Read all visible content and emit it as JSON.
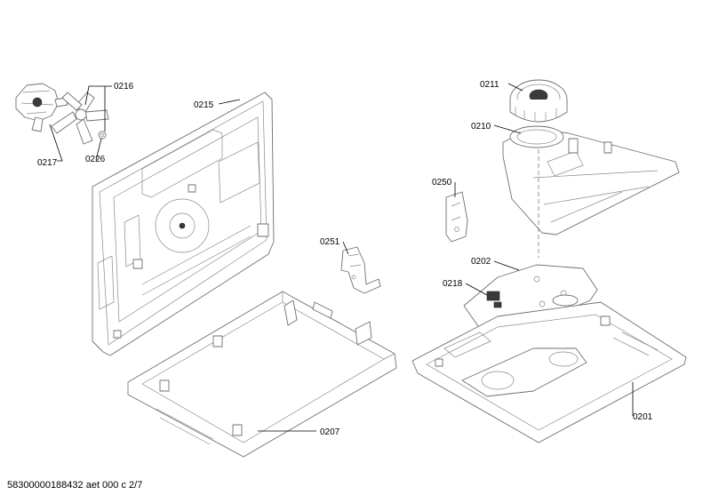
{
  "labels": {
    "p0216": "0216",
    "p0217": "0217",
    "p0226": "0226",
    "p0215": "0215",
    "p0251": "0251",
    "p0207": "0207",
    "p0211": "0211",
    "p0210": "0210",
    "p0250": "0250",
    "p0202": "0202",
    "p0218": "0218",
    "p0201": "0201"
  },
  "footer": {
    "document_id": "58300000188432 aet 000 c 2/7"
  }
}
